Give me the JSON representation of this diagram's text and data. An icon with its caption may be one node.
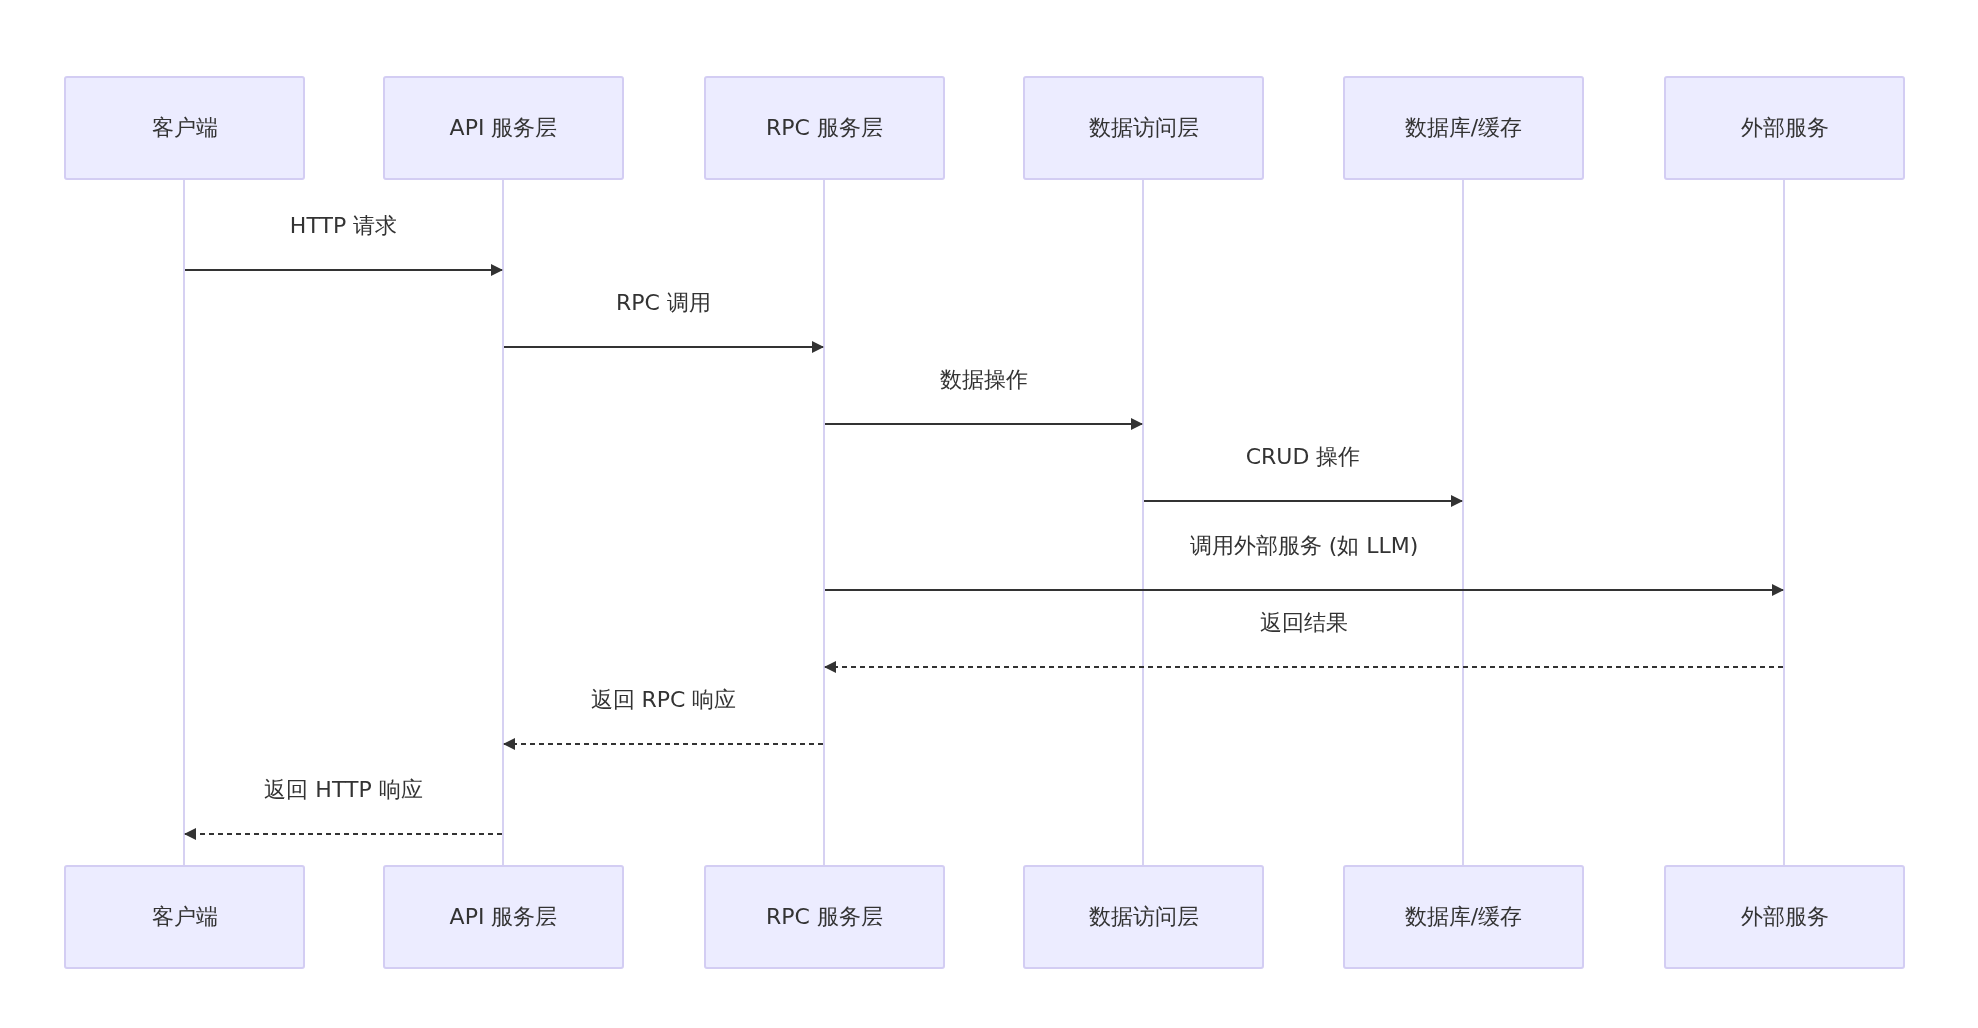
{
  "diagram": {
    "nodes": [
      {
        "text": [
          "客户端"
        ]
      },
      {
        "text": [
          "API 服务层"
        ]
      },
      {
        "text": [
          "RPC 服务层"
        ]
      },
      {
        "text": [
          "数据访问层"
        ]
      },
      {
        "text": [
          "数据库/缓存"
        ]
      },
      {
        "text": [
          "外部服务"
        ]
      },
      {
        "text": [
          "客户端"
        ]
      },
      {
        "text": [
          "API 服务层"
        ]
      },
      {
        "text": [
          "RPC 服务层"
        ]
      },
      {
        "text": [
          "数据访问层"
        ]
      },
      {
        "text": [
          "数据库/缓存"
        ]
      },
      {
        "text": [
          "外部服务"
        ]
      },
      {
        "text": [],
        "shape": "bar"
      },
      {
        "text": [],
        "shape": "bar"
      },
      {
        "text": [],
        "shape": "bar"
      },
      {
        "text": [],
        "shape": "bar"
      },
      {
        "text": [],
        "shape": "bar"
      },
      {
        "text": [],
        "shape": "bar"
      }
    ],
    "edges": [
      {
        "from": 12,
        "to": 13,
        "arrow": "to",
        "label": "HTTP 请求"
      },
      {
        "from": 13,
        "to": 14,
        "arrow": "to",
        "label": "RPC 调用"
      },
      {
        "from": 14,
        "to": 15,
        "arrow": "to",
        "label": "数据操作"
      },
      {
        "from": 15,
        "to": 16,
        "arrow": "to",
        "label": "CRUD 操作"
      },
      {
        "from": 14,
        "to": 17,
        "arrow": "to",
        "label": "调用外部服务 (如 LLM)"
      },
      {
        "from": 17,
        "to": 14,
        "arrow": "to",
        "label": "返回结果",
        "style": "dashed"
      },
      {
        "from": 14,
        "to": 13,
        "arrow": "to",
        "label": "返回 RPC 响应",
        "style": "dashed"
      },
      {
        "from": 13,
        "to": 12,
        "arrow": "to",
        "label": "返回 HTTP 响应",
        "style": "dashed"
      }
    ]
  }
}
